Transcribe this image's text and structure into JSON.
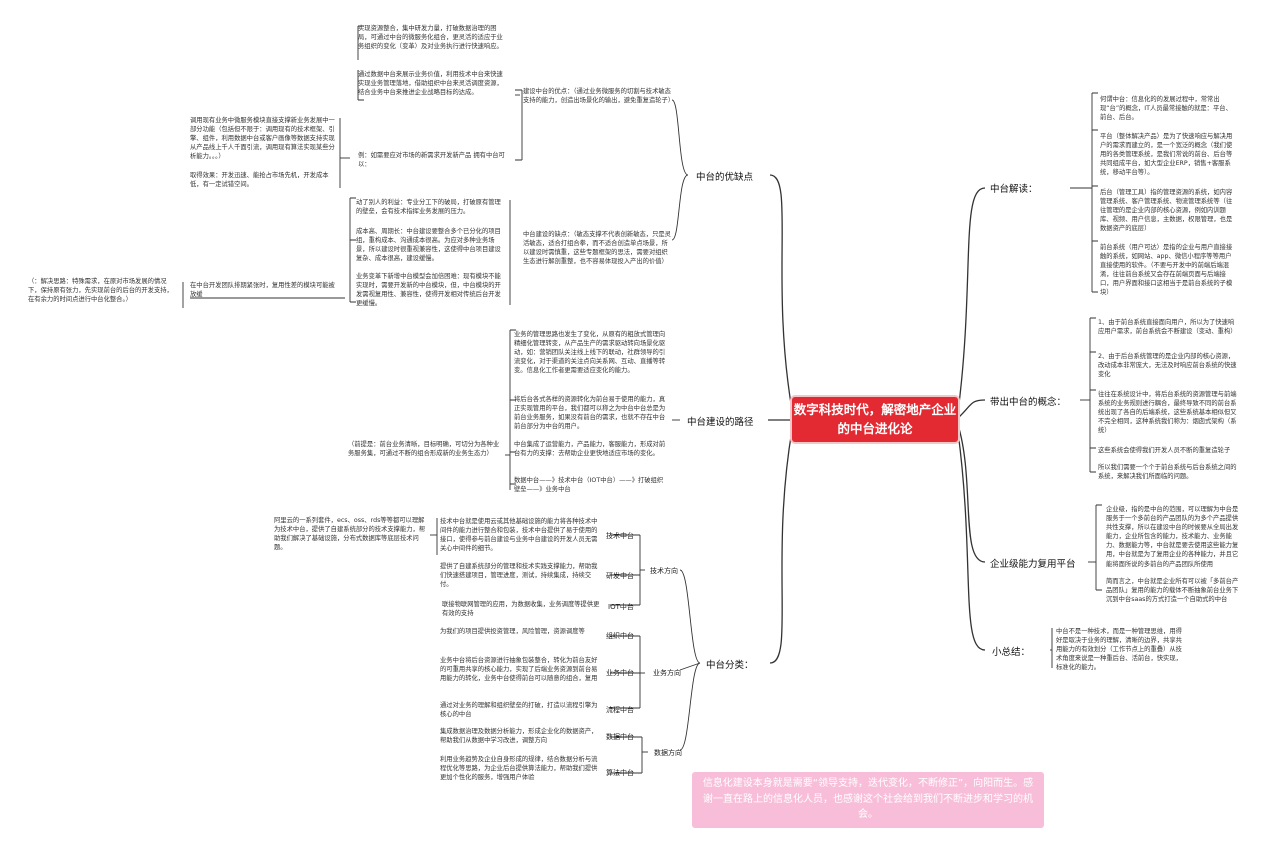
{
  "root": {
    "title": "数字科技时代，解密地产企业的中台进化论"
  },
  "banner": {
    "text": "信息化建设本身就是需要“领导支持，迭代变化，不断修正”，向阳而生。感谢一直在路上的信息化人员，也感谢这个社会给到我们不断进步和学习的机会。"
  },
  "right": {
    "jiedu": {
      "label": "中台解读：",
      "items": [
        "何谓中台：信息化的的发展过程中，常常出现“台”的概念，IT人员最常接触的就是：平台、前台、后台。",
        "平台（整体解决产品）是为了快速响应与解决用户的需求而建立的，是一个宽泛的概念（我们使用的各类管理系统，是我们常说的前台、后台等共同组成平台，如大型企业ERP，销售+客服系统，移动平台等）。",
        "后台（管理工具）指的管理资源的系统，如内容管理系统、客户管理系统、物流管理系统等（往往管理的是企业内部的核心资源，例如内训题库、视频、用户信息，主数据，权限管理，也是数据资产的底层）",
        "前台系统（用户可达）是指的企业与用户直接接触的系统，如网站、app、微信小程序等等用户直接使用的软件。（不要与开发中的前端后端混淆，往往前台系统又会存在前端页面与后端接口，用户界面和接口这相当于是前台系统的子模块）"
      ]
    },
    "gainian": {
      "label": "带出中台的概念：",
      "items": [
        "1、由于前台系统直接面向用户，所以为了快速响应用户需求，前台系统会不断建设（变动、重构）",
        "2、由于后台系统管理的是企业内部的核心资源，改动成本非常庞大，无法及时响应前台系统的快速变化",
        "往往在系统设计中，将后台系统的资源管理与前端系统的业务规则进行耦合，最终导致不同的前台系统出现了各自的后端系统，这些系统基本相似但又不完全相同，这种系统我们称为：烟囱式架构（系统）",
        "这些系统会使得我们开发人员不断的重复造轮子",
        "所以我们需要一个个于前台系统与后台系统之间的系统，来解决我们所面临的问题。"
      ]
    },
    "fuyong": {
      "label": "企业级能力复用平台",
      "items": [
        "企业级，指的是中台的范围，可以理解为中台是服务于一个多前台的产品团队的为多个产品提供共性支撑，所以在建设中台的时候要从全局出发能力，企业所包含的能力，技术能力、业务能力、数据能力等，中台就是要去使用这些能力复用，中台就是为了复用企业的各种能力，并且它能将面所说的多前台的产品团队所使用",
        "简而言之，中台就是企业所有可以被「多前台产品团队」复用的能力的载体不断抽象前台业务下沉到中台saas的方式打造一个自助式的中台"
      ]
    },
    "zongjie": {
      "label": "小总结：",
      "items": [
        "中台不是一种技术，而是一种管理思维，用得好是取决于业务的理解，清晰的边界，共享共用能力的有效划分（工作节点上的重叠）从技术角度来说是一种重后台、活前台，快实现，标准化的能力。"
      ]
    }
  },
  "left": {
    "youquedian": {
      "label": "中台的优缺点",
      "youdian": {
        "label": "建设中台的优点：（通过业务微服务的切割与技术敏态支持的能力，创造出场景化的输出，避免重复造轮子）",
        "items": [
          "实现资源整合，集中研发力量，打破数据治理的困局，可通过中台的微服务化组合，更灵活的适应于业务组织的变化（变革）及对业务执行进行快速响应。",
          "通过数据中台来展示业务价值，利用技术中台来快速实现业务管理落地，借助组织中台来灵活调度资源，结合业务中台来推进企业战略目标的达成。"
        ],
        "example": {
          "label": "例：如需要应对市场的新需求开发新产品 拥有中台可以：",
          "items": [
            "调用现有业务中微服务模块直接支撑新业务发展中一部分功能（包括但不限于：调用现有的技术框架、引擎、组件，利用数据中台或客户画像等数据支持实现从产品线上千人千面引流，调用现有算法实现某些分析能力。。。）",
            "取得效果：开发迅速、能抢占市场先机，开发成本低，有一定试错空间。"
          ]
        }
      },
      "quedian": {
        "label": "中台建设的缺点：（敏态支撑不代表创新敏态，只是灵活敏态，适合打组合拳，而不适合创造单点场景，所以建设时需慎重，这些专题框架的思法，需要对组织生态进行解剖重整，也不容易体现投入产出的价值）",
        "items": [
          "动了别人的利益：专业分工下的破局，打破原有管理的壁垒，会有技术指挥业务发展的压力。",
          "成本高、周期长：中台建设要整合多个已分化的项目组，重构成本、沟通成本很高。为应对多种业务场景，所以建设时很重视兼容性，这使得中台项目建设复杂、成本很高，建设缓慢。",
          "业务变革下新增中台模型会加倍困难：现有模块不能实现时，需要开发新的中台模块，但，中台模块的开发需视复用性、兼容性，使得开发相对传统后台开发更缓慢。"
        ],
        "team": {
          "label": "在中台开发团队排期紧张时，复用性差的模块可能被放缓",
          "note": "（：解决思路：特殊需求，在原对市场发展的情况下，保持原有张力，先实现前台的后台的开发支持，在有余力的时间点进行中台化整合。）"
        }
      }
    },
    "lujing": {
      "label": "中台建设的路径",
      "items": [
        "业务的管理思路也发生了变化，从原有的粗放式管理向精细化管理转变，从产品生产的需求驱动转向场景化驱动，如：营销团队关注线上线下的联动，社群领导的引流变化，对于渠道的关注点向关系网、互动、直播等转变。信息化工作者更需要适应变化的能力。",
        "将后台各式各样的资源转化为前台易于使用的能力，真正实现管用的平台，我们都可以称之为中台中台总是为前台业务服务，如果没有前台的需求，也就不存在中台前台部分为中台的用户。",
        "中台集成了运营能力，产品能力，客服能力，形成对前台有力的支撑：去帮助企业更快地适应市场的变化。",
        "数据中台——》技术中台（IOT中台）——》打破组织壁垒——》业务中台"
      ],
      "note": "（前提是：前台业务清晰，目标明确，可切分为各种业务服务集，可通过不断的组合形成新的业务生态力）"
    },
    "fenlei": {
      "label": "中台分类：",
      "jishu": {
        "label": "技术方向",
        "subs": [
          {
            "label": "技术中台",
            "desc": "技术中台就是使用云或其他基础设施的能力将各种技术中间件的能力进行整合和包装，技术中台提供了易于使用的接口，使得参与前台建设与业务中台建设的开发人员无需关心中间件的细节。"
          },
          {
            "label": "研发中台",
            "desc": "提供了自建系统部分的管理和技术实践支撑能力，帮助我们快速搭建项目，管理进度，测试，持续集成，持续交付。"
          },
          {
            "label": "IOT中台",
            "desc": "联接物联网管理的应用，为数据收集，业务调度等提供更有效的支持"
          }
        ],
        "note": "阿里云的一系列套件，ecs、oss、rds等等都可以理解为技术中台，提供了自建系统部分的技术支撑能力，帮助我们解决了基础设施，分布式数据库等底层技术问题。"
      },
      "yewu": {
        "label": "业务方向",
        "subs": [
          {
            "label": "组织中台",
            "desc": "为我们的项目提供投资管理，风险管理，资源调度等"
          },
          {
            "label": "业务中台",
            "desc": "业务中台将后台资源进行抽象包装整合，转化为前台友好的可重用共享的核心能力，实现了后端业务资源到前台易用能力的转化，业务中台使得前台可以随意的组合，复用"
          },
          {
            "label": "流程中台",
            "desc": "通过对业务的理解和组织壁垒的打破，打造以流程引擎为核心的中台"
          }
        ]
      },
      "shuju": {
        "label": "数据方向",
        "subs": [
          {
            "label": "数据中台",
            "desc": "集成数据治理及数据分析能力，形成企业化的数据资产，帮助我们从数据中学习改进，调整方向"
          },
          {
            "label": "算法中台",
            "desc": "利用业务趋势及企业自身形成的规律，结合数据分析与流程优化等思路，为企业后台提供算法能力，帮助我们提供更加个性化的服务，增强用户体验"
          }
        ]
      }
    }
  }
}
